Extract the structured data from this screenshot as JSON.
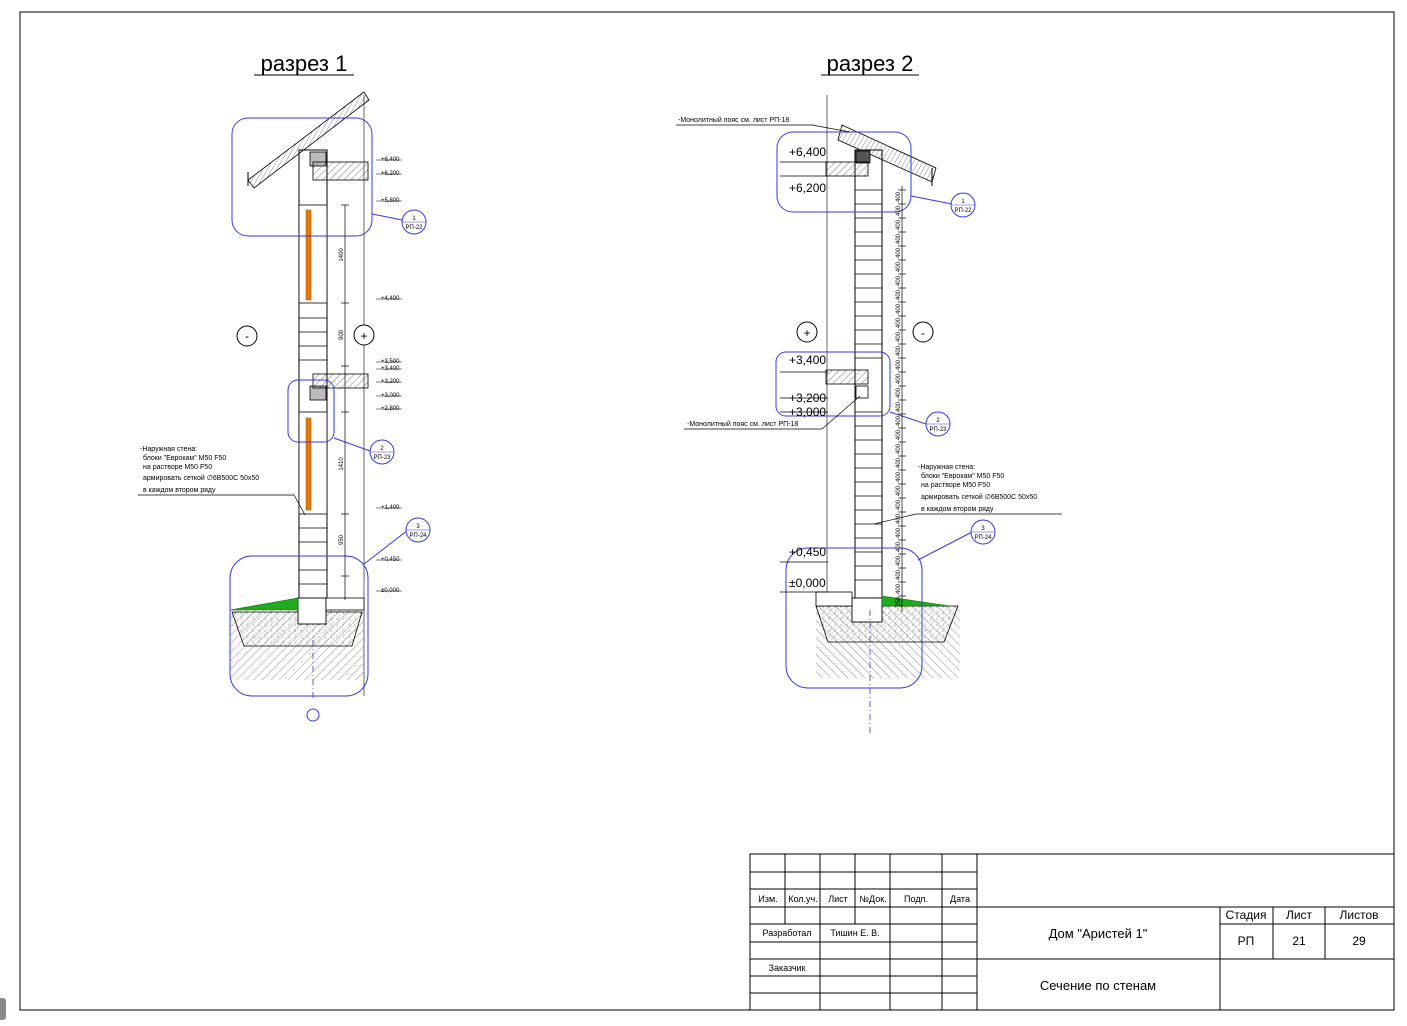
{
  "sections": [
    {
      "title": "разрез 1",
      "levels": [
        "+6,400",
        "+6,200",
        "+5,800",
        "+4,400",
        "+3,500",
        "+3,400",
        "+3,200",
        "+3,000",
        "+2,800",
        "+1,400",
        "+0,450",
        "±0,000"
      ],
      "dims": [
        "1400",
        "900",
        "1410",
        "950"
      ],
      "signs": [
        "-",
        "+"
      ],
      "note": [
        "-Наружная стена:",
        "блоки \"Еврокам\" М50 F50",
        "на растворе М50 F50",
        "армировать сеткой ∅6В500С 50х50",
        "в каждом втором ряду"
      ],
      "callouts": [
        {
          "num": "1",
          "sheet": "РП-22"
        },
        {
          "num": "2",
          "sheet": "РП-23"
        },
        {
          "num": "3",
          "sheet": "РП-24"
        }
      ]
    },
    {
      "title": "разрез 2",
      "levels": [
        "+6,400",
        "+6,200",
        "+3,400",
        "+3,200",
        "+3,000",
        "+0,450",
        "±0,000"
      ],
      "dim_step": "400",
      "dim_bottom": "250",
      "signs": [
        "+",
        "-"
      ],
      "leader_top": "-Монолитный пояс см. лист РП-18",
      "leader_mid": "-Монолитный пояс см. лист РП-18",
      "note": [
        "-Наружная стена:",
        "блоки \"Еврокам\" М50 F50",
        "на растворе М50 F50",
        "армировать сеткой ∅6В500С 50х50",
        "в каждом втором ряду"
      ],
      "callouts": [
        {
          "num": "1",
          "sheet": "РП-22"
        },
        {
          "num": "2",
          "sheet": "РП-23"
        },
        {
          "num": "3",
          "sheet": "РП-24"
        }
      ]
    }
  ],
  "stamp": {
    "headers": [
      "Изм.",
      "Кол.уч.",
      "Лист",
      "№Док.",
      "Подп.",
      "Дата"
    ],
    "developed_label": "Разработал",
    "developer": "Тишин Е. В.",
    "customer_label": "Заказчик",
    "project": "Дом \"Аристей 1\"",
    "sheet_title": "Сечение по стенам",
    "stage_label": "Стадия",
    "sheet_label": "Лист",
    "sheets_label": "Листов",
    "stage": "РП",
    "sheet_no": "21",
    "sheets_total": "29"
  },
  "colors": {
    "line": "#000000",
    "callout": "#3a3ad8",
    "insulation": "#e07a10",
    "grass": "#1faa1f",
    "hatch": "#9a9a9a"
  }
}
